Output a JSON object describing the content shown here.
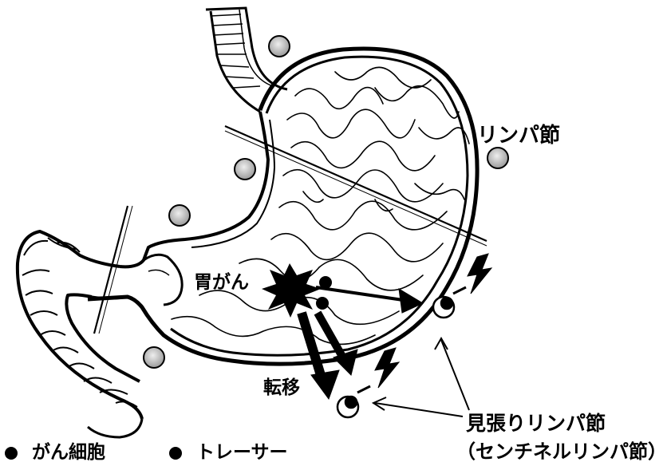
{
  "labels": {
    "lymph_node": "リンパ節",
    "gastric_cancer": "胃がん",
    "metastasis": "転移",
    "sentinel_title": "見張りリンパ節",
    "sentinel_sub": "（センチネルリンパ節）"
  },
  "legend": {
    "cancer_cell": "がん細胞",
    "tracer": "トレーサー"
  },
  "colors": {
    "ink": "#000000",
    "node_fill": "#c8c8c8",
    "background": "#ffffff"
  }
}
